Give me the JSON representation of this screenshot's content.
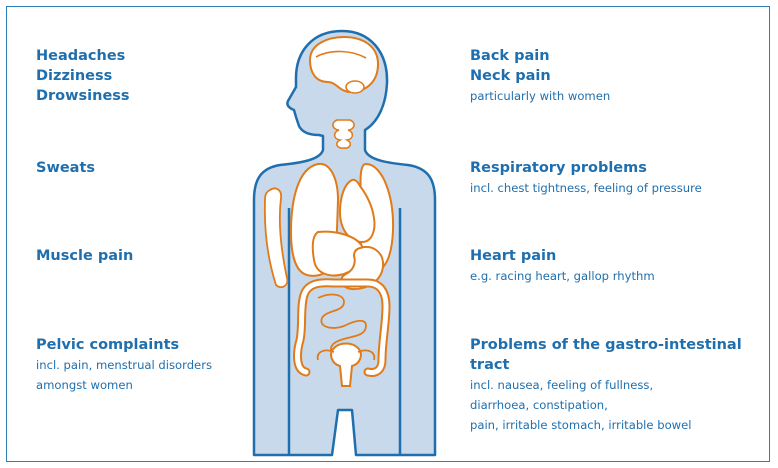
{
  "left": {
    "symptoms_head": [
      "Headaches",
      "Dizziness",
      "Drowsiness"
    ],
    "sweats": "Sweats",
    "muscle": "Muscle pain",
    "pelvic": {
      "title": "Pelvic complaints",
      "details": [
        "incl. pain, menstrual disorders",
        "amongst women"
      ]
    }
  },
  "right": {
    "back": {
      "titles": [
        "Back pain",
        "Neck pain"
      ],
      "details": [
        "particularly with women"
      ]
    },
    "respiratory": {
      "title": "Respiratory problems",
      "details": [
        "incl. chest tightness, feeling of pressure"
      ]
    },
    "heart": {
      "title": "Heart pain",
      "details": [
        "e.g. racing heart, gallop rhythm"
      ]
    },
    "gastro": {
      "title": "Problems of the gastro-intestinal tract",
      "details": [
        "incl. nausea, feeling of fullness,",
        "diarrhoea, constipation,",
        "pain, irritable stomach, irritable bowel"
      ]
    }
  },
  "colors": {
    "text": "#1f6fae",
    "body_fill": "#c9d9ec",
    "body_outline": "#1f6fae",
    "organ_outline": "#e07b1a",
    "organ_fill": "#ffffff"
  }
}
